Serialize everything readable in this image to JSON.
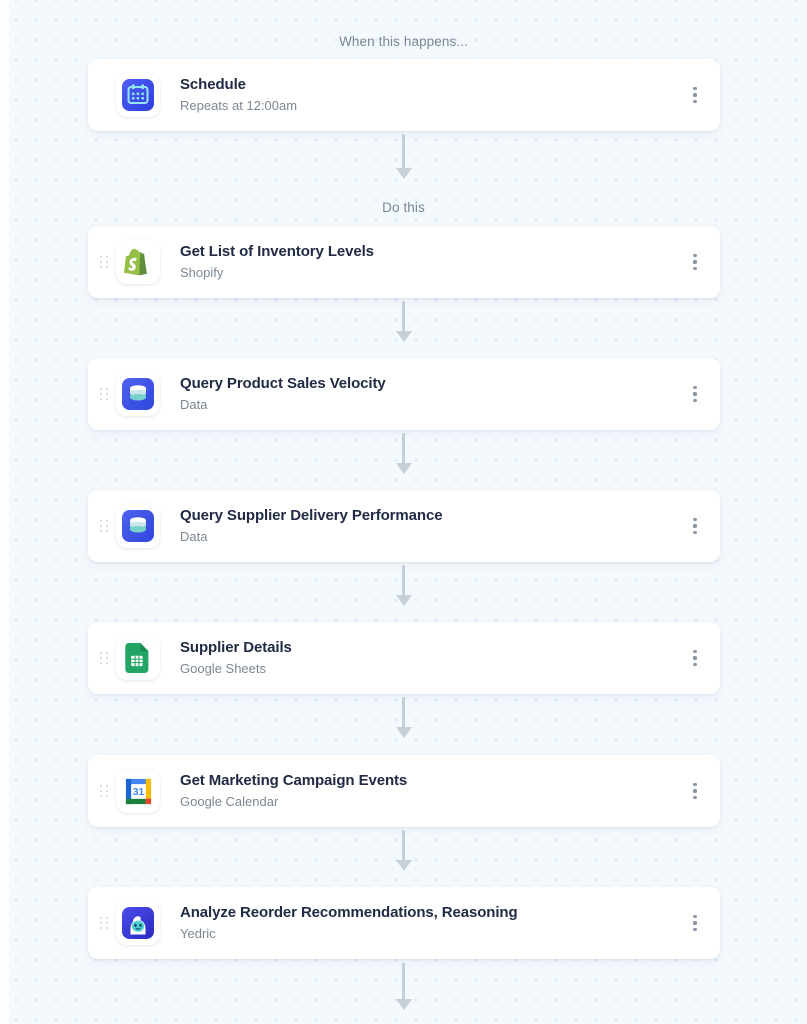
{
  "canvas": {
    "background_color": "#f4f9fe",
    "dot_color": "#dbe8fa"
  },
  "labels": {
    "trigger": "When this happens...",
    "action": "Do this"
  },
  "trigger": {
    "title": "Schedule",
    "subtitle": "Repeats at 12:00am",
    "icon": "calendar-schedule-icon",
    "menu": "card-menu-icon"
  },
  "steps": [
    {
      "title": "Get List of Inventory Levels",
      "subtitle": "Shopify",
      "icon": "shopify-icon",
      "drag_handle": "drag-handle-icon",
      "menu": "card-menu-icon"
    },
    {
      "title": "Query Product Sales Velocity",
      "subtitle": "Data",
      "icon": "database-icon",
      "drag_handle": "drag-handle-icon",
      "menu": "card-menu-icon"
    },
    {
      "title": "Query Supplier Delivery Performance",
      "subtitle": "Data",
      "icon": "database-icon",
      "drag_handle": "drag-handle-icon",
      "menu": "card-menu-icon"
    },
    {
      "title": "Supplier Details",
      "subtitle": "Google Sheets",
      "icon": "google-sheets-icon",
      "drag_handle": "drag-handle-icon",
      "menu": "card-menu-icon"
    },
    {
      "title": "Get Marketing Campaign Events",
      "subtitle": "Google Calendar",
      "icon": "google-calendar-icon",
      "drag_handle": "drag-handle-icon",
      "menu": "card-menu-icon"
    },
    {
      "title": "Analyze Reorder Recommendations, Reasoning",
      "subtitle": "Yedric",
      "icon": "yedric-icon",
      "drag_handle": "drag-handle-icon",
      "menu": "card-menu-icon"
    }
  ],
  "colors": {
    "card_title": "#222b45",
    "card_subtitle": "#7c8795",
    "label": "#7b8794",
    "arrow": "#c7cfd8",
    "schedule_icon": "#3b4ff0",
    "shopify_green": "#95bf46",
    "database_blue": "#3b57e8",
    "sheets_green": "#21a464",
    "calendar_blue": "#4285f4",
    "yedric_blue": "#3b3bd6"
  }
}
